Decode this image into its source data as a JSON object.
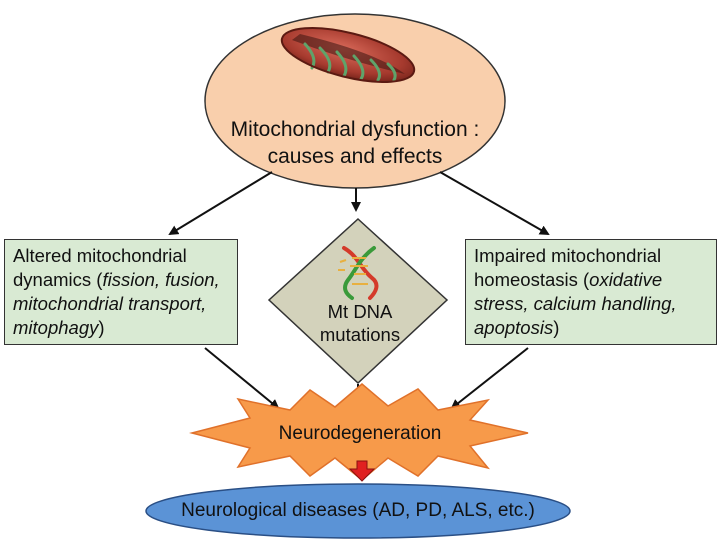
{
  "top_node": {
    "line1": "Mitochondrial dysfunction :",
    "line2": "causes and effects"
  },
  "left_box": {
    "line1": "Altered mitochondrial",
    "line2_plain": "dynamics (",
    "line2_italic": "fission, fusion,",
    "line3_italic": "mitochondrial transport,",
    "line4_italic": "mitophagy",
    "line4_plain": ")"
  },
  "center_diamond": {
    "line1": "Mt DNA",
    "line2": "mutations"
  },
  "right_box": {
    "line1": "Impaired mitochondrial",
    "line2_plain": "homeostasis (",
    "line2_italic": "oxidative",
    "line3_italic": "stress, calcium handling,",
    "line4_italic": "apoptosis",
    "line4_plain": ")"
  },
  "neurodegeneration_label": "Neurodegeneration",
  "outcome_label": "Neurological diseases (AD, PD, ALS, etc.)",
  "colors": {
    "ellipse_fill": "#f9cfac",
    "box_fill": "#d9ead3",
    "diamond_fill": "#d3d2bb",
    "star_fill": "#f79a4a",
    "outcome_fill": "#5b93d6",
    "red_arrow": "#e02020"
  }
}
